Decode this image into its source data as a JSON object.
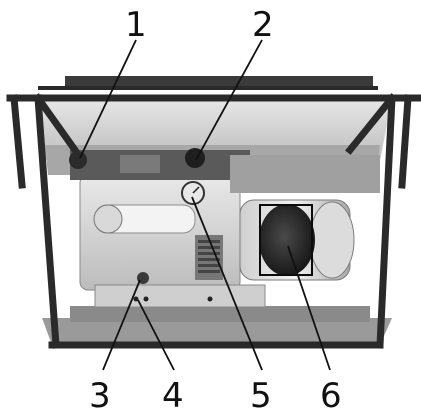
{
  "figure": {
    "callouts": [
      {
        "label": "1"
      },
      {
        "label": "2"
      },
      {
        "label": "3"
      },
      {
        "label": "4"
      },
      {
        "label": "5"
      },
      {
        "label": "6"
      }
    ]
  }
}
